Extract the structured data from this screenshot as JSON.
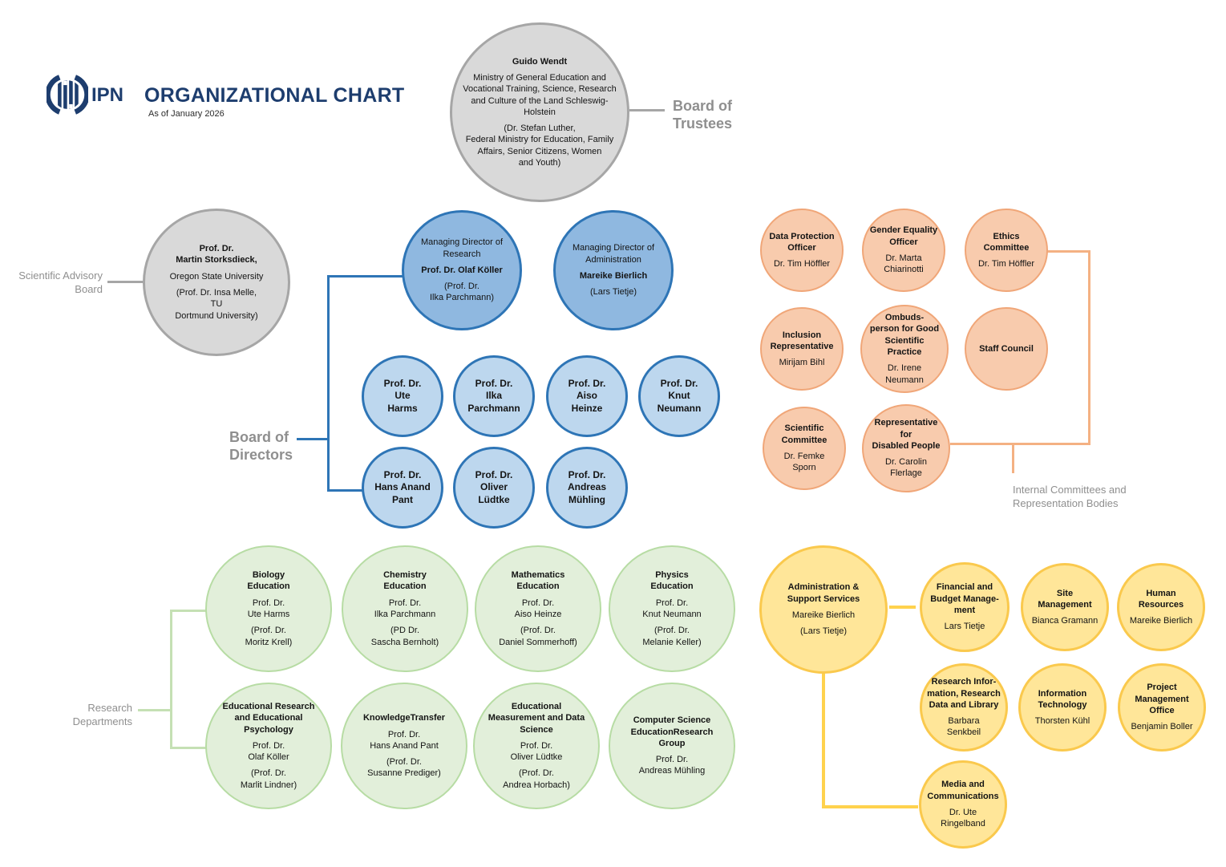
{
  "header": {
    "logo": "IPN",
    "title": "ORGANIZATIONAL CHART",
    "subtitle": "As of January 2026"
  },
  "labels": {
    "trustees": "Board of\nTrustees",
    "advisory": "Scientific Advisory\nBoard",
    "directors": "Board of\nDirectors",
    "committees": "Internal Committees and\nRepresentation Bodies",
    "research": "Research\nDepartments"
  },
  "nodes": {
    "trustees": {
      "name": "Guido Wendt",
      "org": "Ministry of General Education and\nVocational Training, Science, Research\nand Culture of the Land Schleswig-\nHolstein",
      "deputy": "(Dr. Stefan Luther,\nFederal Ministry for Education, Family\nAffairs, Senior Citizens, Women\nand Youth)"
    },
    "advisory": {
      "name": "Prof. Dr.\nMartin Storksdieck,",
      "org": "Oregon State University",
      "deputy": "(Prof. Dr. Insa Melle,\nTU\nDortmund University)"
    },
    "md_research": {
      "role": "Managing Director of\nResearch",
      "name": "Prof. Dr. Olaf Köller",
      "deputy": "(Prof. Dr.\nIlka Parchmann)"
    },
    "md_admin": {
      "role": "Managing Director of\nAdministration",
      "name": "Mareike Bierlich",
      "deputy": "(Lars Tietje)"
    },
    "directors": [
      {
        "name": "Prof. Dr.\nUte\nHarms"
      },
      {
        "name": "Prof. Dr.\nIlka\nParchmann"
      },
      {
        "name": "Prof. Dr.\nAiso\nHeinze"
      },
      {
        "name": "Prof. Dr.\nKnut\nNeumann"
      },
      {
        "name": "Prof. Dr.\nHans Anand\nPant"
      },
      {
        "name": "Prof. Dr.\nOliver\nLüdtke"
      },
      {
        "name": "Prof. Dr.\nAndreas\nMühling"
      }
    ],
    "committees": [
      {
        "title": "Data Protection\nOfficer",
        "person": "Dr. Tim Höffler"
      },
      {
        "title": "Gender Equality\nOfficer",
        "person": "Dr. Marta\nChiarinotti"
      },
      {
        "title": "Ethics\nCommittee",
        "person": "Dr. Tim Höffler"
      },
      {
        "title": "Inclusion\nRepresentative",
        "person": "Mirijam Bihl"
      },
      {
        "title": "Ombuds-\nperson for Good\nScientific Practice",
        "person": "Dr. Irene\nNeumann"
      },
      {
        "title": "Staff Council"
      },
      {
        "title": "Scientific\nCommittee",
        "person": "Dr. Femke\nSporn"
      },
      {
        "title": "Representative\nfor\nDisabled People",
        "person": "Dr. Carolin\nFlerlage"
      }
    ],
    "research": [
      {
        "title": "Biology\nEducation",
        "lead": "Prof. Dr.\nUte Harms",
        "deputy": "(Prof. Dr.\nMoritz Krell)"
      },
      {
        "title": "Chemistry\nEducation",
        "lead": "Prof. Dr.\nIlka Parchmann",
        "deputy": "(PD Dr.\nSascha Bernholt)"
      },
      {
        "title": "Mathematics\nEducation",
        "lead": "Prof. Dr.\nAiso Heinze",
        "deputy": "(Prof. Dr.\nDaniel Sommerhoff)"
      },
      {
        "title": "Physics\nEducation",
        "lead": "Prof. Dr.\nKnut Neumann",
        "deputy": "(Prof. Dr.\nMelanie Keller)"
      },
      {
        "title": "Educational Research\nand Educational\nPsychology",
        "lead": "Prof. Dr.\nOlaf Köller",
        "deputy": "(Prof. Dr.\nMarlit Lindner)"
      },
      {
        "title": "KnowledgeTransfer",
        "lead": "Prof. Dr.\nHans Anand Pant",
        "deputy": "(Prof. Dr.\nSusanne Prediger)"
      },
      {
        "title": "Educational\nMeasurement and Data\nScience",
        "lead": "Prof. Dr.\nOliver Lüdtke",
        "deputy": "(Prof. Dr.\nAndrea Horbach)"
      },
      {
        "title": "Computer Science\nEducationResearch Group",
        "lead": "Prof. Dr.\nAndreas Mühling"
      }
    ],
    "admin": {
      "title": "Administration &\nSupport Services",
      "name": "Mareike Bierlich",
      "deputy": "(Lars Tietje)"
    },
    "admin_units": [
      {
        "title": "Financial and\nBudget Manage-\nment",
        "person": "Lars Tietje"
      },
      {
        "title": "Site\nManagement",
        "person": "Bianca Gramann"
      },
      {
        "title": "Human\nResources",
        "person": "Mareike Bierlich"
      },
      {
        "title": "Research Infor-\nmation, Research\nData and Library",
        "person": "Barbara\nSenkbeil"
      },
      {
        "title": "Information\nTechnology",
        "person": "Thorsten Kühl"
      },
      {
        "title": "Project\nManagement\nOffice",
        "person": "Benjamin Boller"
      },
      {
        "title": "Media and\nCommunications",
        "person": "Dr. Ute\nRingelband"
      }
    ]
  },
  "colors": {
    "brand_navy": "#1d3d6e",
    "label_gray": "#8f8f8f",
    "gray_fill": "#d9d9d9",
    "gray_border": "#a6a6a6",
    "blue_fill": "#8fb8e0",
    "blue_light_fill": "#bdd7ee",
    "blue_border": "#2e75b6",
    "orange_fill": "#f8cbad",
    "orange_border": "#f0a678",
    "orange_line": "#f4b183",
    "green_fill": "#e2efda",
    "green_border": "#b7dca4",
    "green_line": "#c5e0b4",
    "yellow_fill": "#ffe699",
    "yellow_border": "#fac94d",
    "yellow_line": "#ffd24d"
  }
}
